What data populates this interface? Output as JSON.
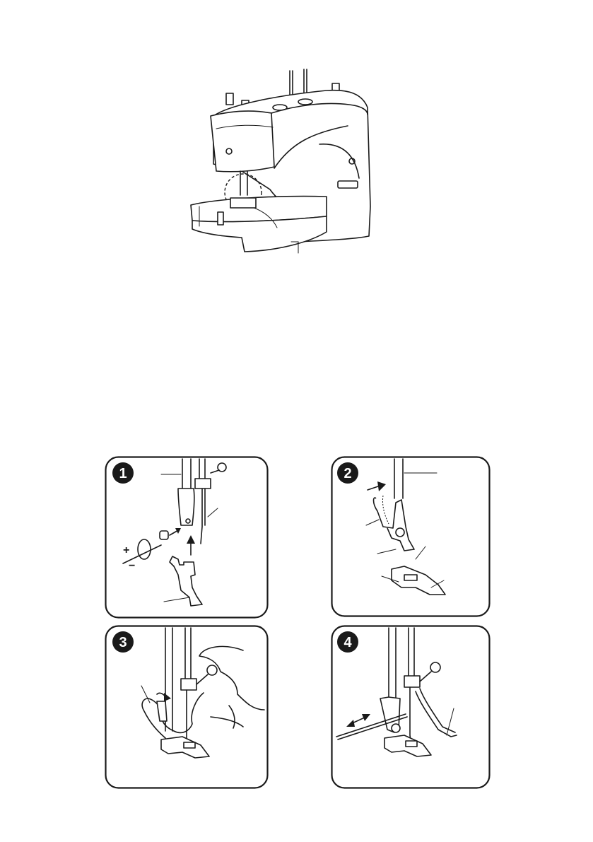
{
  "steps": [
    {
      "number": "1",
      "signs": {
        "plus": "+",
        "minus": "−"
      }
    },
    {
      "number": "2"
    },
    {
      "number": "3"
    },
    {
      "number": "4"
    }
  ]
}
